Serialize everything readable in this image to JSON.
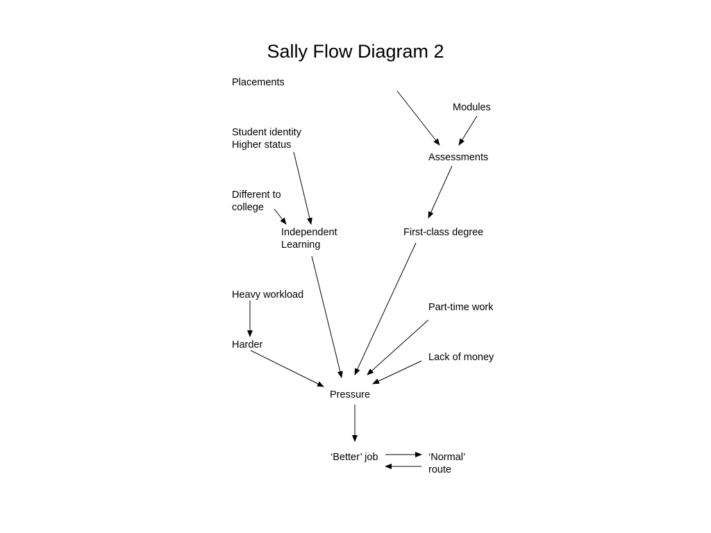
{
  "title": "Sally Flow Diagram 2",
  "nodes": {
    "placements": {
      "lines": [
        "Placements"
      ]
    },
    "modules": {
      "lines": [
        "Modules"
      ]
    },
    "student_identity": {
      "lines": [
        "Student identity",
        "Higher status"
      ]
    },
    "assessments": {
      "lines": [
        "Assessments"
      ]
    },
    "different_to_college": {
      "lines": [
        "Different to",
        "college"
      ]
    },
    "independent_learning": {
      "lines": [
        "Independent",
        "Learning"
      ]
    },
    "first_class_degree": {
      "lines": [
        "First-class degree"
      ]
    },
    "heavy_workload": {
      "lines": [
        "Heavy workload"
      ]
    },
    "part_time_work": {
      "lines": [
        "Part-time work"
      ]
    },
    "harder": {
      "lines": [
        "Harder"
      ]
    },
    "lack_of_money": {
      "lines": [
        "Lack of money"
      ]
    },
    "pressure": {
      "lines": [
        "Pressure"
      ]
    },
    "better_job": {
      "lines": [
        "‘Better’ job"
      ]
    },
    "normal_route": {
      "lines": [
        "‘Normal’",
        "route"
      ]
    }
  },
  "edges": [
    {
      "from": "placements",
      "to": "assessments"
    },
    {
      "from": "modules",
      "to": "assessments"
    },
    {
      "from": "student_identity",
      "to": "independent_learning"
    },
    {
      "from": "different_to_college",
      "to": "independent_learning"
    },
    {
      "from": "assessments",
      "to": "first_class_degree"
    },
    {
      "from": "independent_learning",
      "to": "pressure"
    },
    {
      "from": "first_class_degree",
      "to": "pressure"
    },
    {
      "from": "heavy_workload",
      "to": "harder"
    },
    {
      "from": "part_time_work",
      "to": "pressure"
    },
    {
      "from": "harder",
      "to": "pressure"
    },
    {
      "from": "lack_of_money",
      "to": "pressure"
    },
    {
      "from": "pressure",
      "to": "better_job"
    },
    {
      "from": "better_job",
      "to": "normal_route"
    },
    {
      "from": "normal_route",
      "to": "better_job"
    }
  ],
  "colors": {
    "background": "#ffffff",
    "text": "#000000",
    "line": "#000000"
  }
}
